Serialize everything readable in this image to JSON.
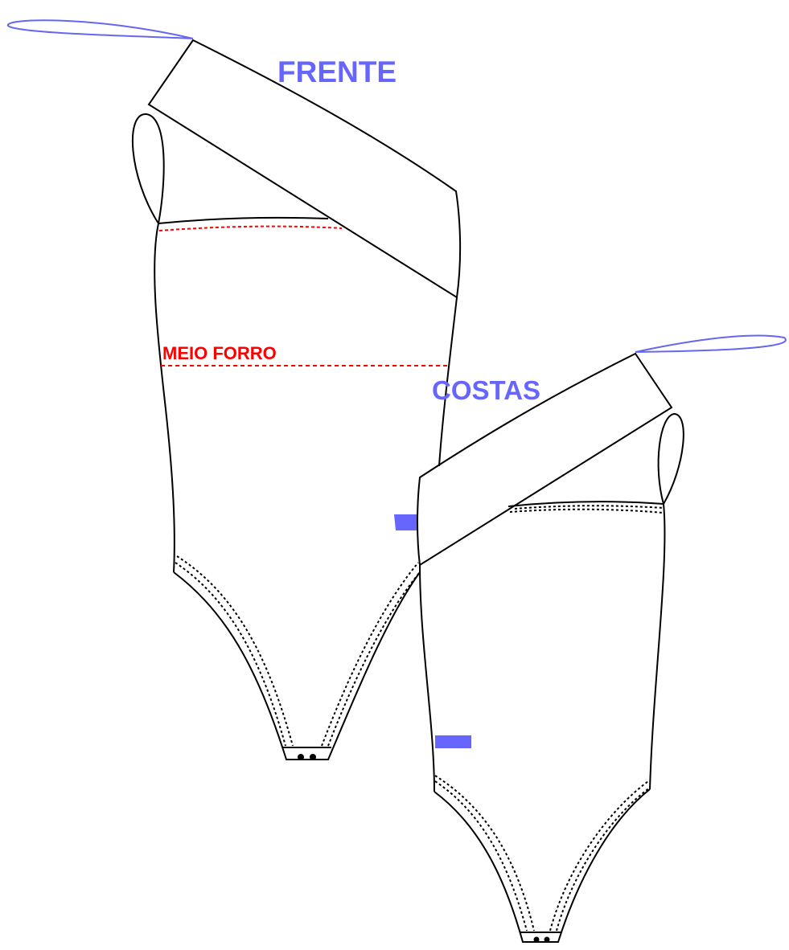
{
  "labels": {
    "front": "FRENTE",
    "back": "COSTAS",
    "half_lining": "MEIO FORRO"
  },
  "colors": {
    "label_blue": "#6666ff",
    "strap_blue": "#6666ee",
    "lining_red": "#ff0000",
    "line": "#000000"
  }
}
